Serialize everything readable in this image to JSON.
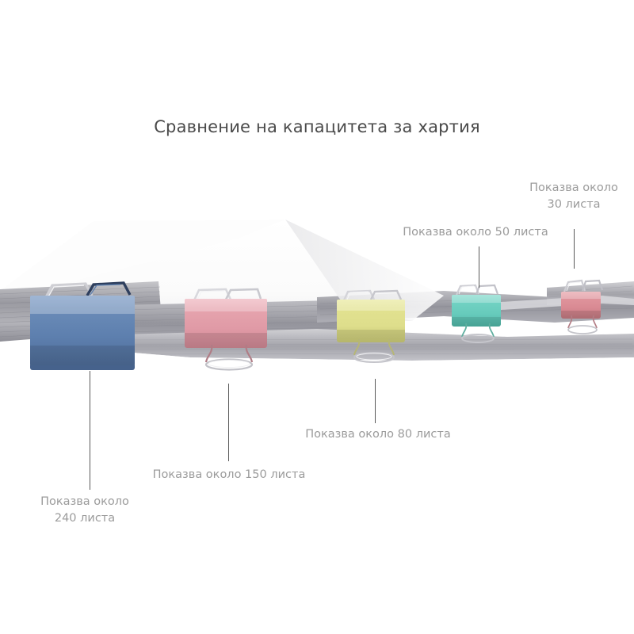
{
  "page": {
    "title": "Сравнение на капацитета за хартия",
    "background_color": "#ffffff",
    "title_color": "#4a4a4a",
    "label_color": "#9b9b9b",
    "leader_color": "#5a5a5a"
  },
  "annotations": [
    {
      "id": "capacity-240",
      "text": "Показва около\n240 листа",
      "sheets": 240,
      "clip_color": "#5d7fae",
      "clip_name": "blue-binder-clip"
    },
    {
      "id": "capacity-150",
      "text": "Показва около 150 листа",
      "sheets": 150,
      "clip_color": "#e09aa6",
      "clip_name": "pink-binder-clip"
    },
    {
      "id": "capacity-80",
      "text": "Показва около 80 листа",
      "sheets": 80,
      "clip_color": "#dede8c",
      "clip_name": "yellow-binder-clip"
    },
    {
      "id": "capacity-50",
      "text": "Показва около 50 листа",
      "sheets": 50,
      "clip_color": "#67cbbc",
      "clip_name": "teal-binder-clip"
    },
    {
      "id": "capacity-30",
      "text": "Показва около\n30 листа",
      "sheets": 30,
      "clip_color": "#d98a93",
      "clip_name": "rose-binder-clip"
    }
  ],
  "chart_data": {
    "type": "bar",
    "title": "Сравнение на капацитета за хартия",
    "categories": [
      "240 листа",
      "150 листа",
      "80 листа",
      "50 листа",
      "30 листа"
    ],
    "values": [
      240,
      150,
      80,
      50,
      30
    ],
    "xlabel": "",
    "ylabel": "листа",
    "ylim": [
      0,
      240
    ],
    "legend": [
      "Показва около 240 листа",
      "Показва около 150 листа",
      "Показва около 80 листа",
      "Показва около 50 листа",
      "Показва около 30 листа"
    ],
    "colors": [
      "#5d7fae",
      "#e09aa6",
      "#dede8c",
      "#67cbbc",
      "#d98a93"
    ],
    "grid": false,
    "legend_position": "callouts"
  }
}
